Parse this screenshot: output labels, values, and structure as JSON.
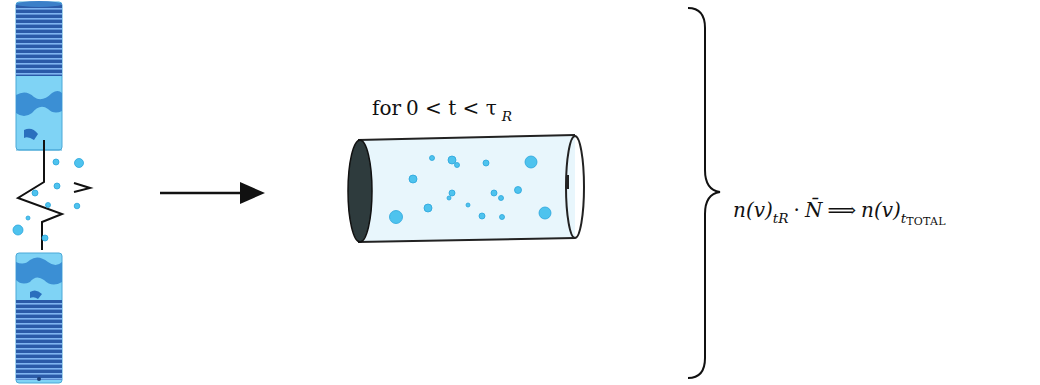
{
  "diagram": {
    "labels": [
      "for",
      "0 < t < τ",
      "R",
      "n(v)",
      "t",
      "R",
      "·",
      "N̄",
      "⟹",
      "n(v)",
      "t",
      "TOTAL"
    ]
  }
}
